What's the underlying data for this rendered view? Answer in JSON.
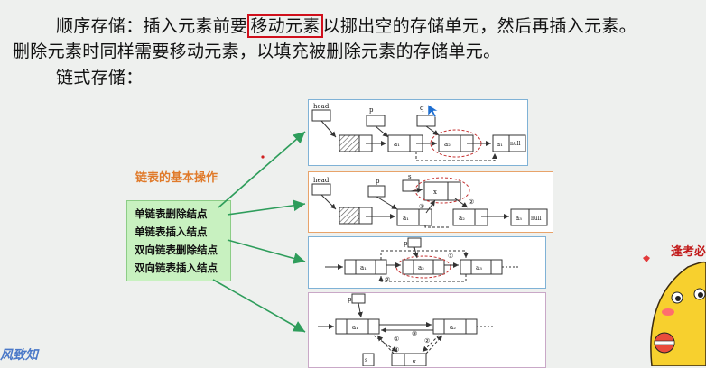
{
  "lines": {
    "line1_before": "顺序存储：插入元素前要",
    "line1_highlight": "移动元素",
    "line1_after": "以挪出空的存储单元，然后再插入元素。",
    "line2": "删除元素时同样需要移动元素，以填充被删除元素的存储单元。",
    "line3": "链式存储："
  },
  "ops": {
    "title": "链表的基本操作",
    "items": [
      "单链表删除结点",
      "单链表插入结点",
      "双向链表删除结点",
      "双向链表插入结点"
    ]
  },
  "diagram": {
    "head": "head",
    "p": "p",
    "q": "q",
    "s": "s",
    "x": "x",
    "null": "null",
    "a1": "a₁",
    "a2": "a₂",
    "a3": "a₃",
    "s1": "①",
    "s2": "②",
    "s3": "③",
    "s4": "④"
  },
  "brand_text": "逢考必",
  "watermark": "风致知",
  "colors": {
    "highlight_border": "#d0101c",
    "arrow": "#2e9d5b",
    "panel_blue": "#7fb2d6",
    "panel_orange": "#e8a36a"
  }
}
